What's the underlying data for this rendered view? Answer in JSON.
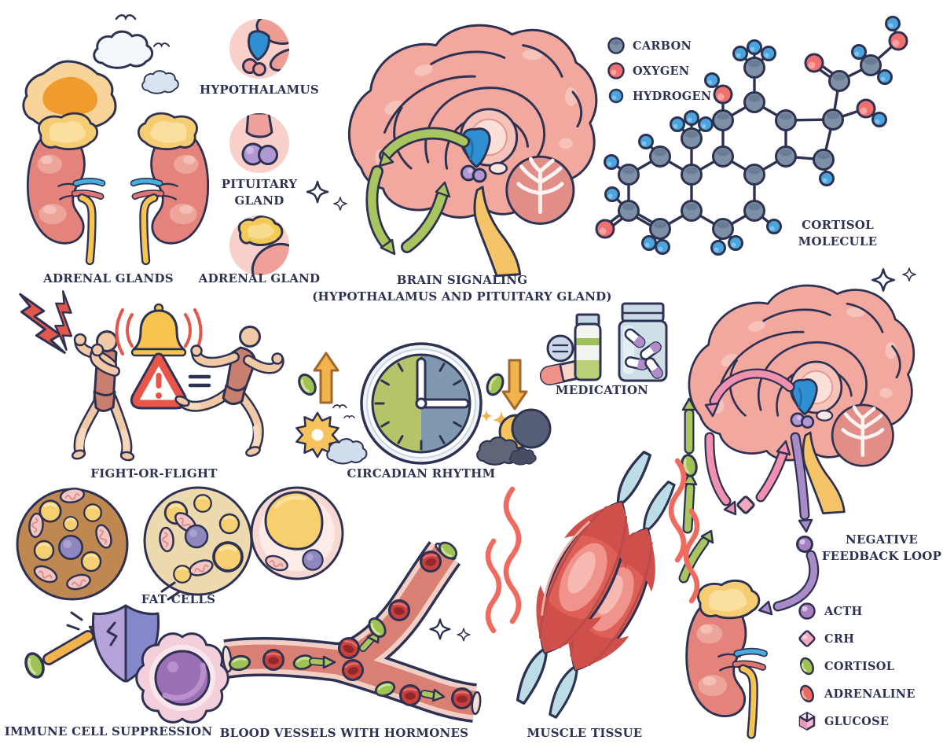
{
  "colors": {
    "ink": "#2e3252",
    "brain-pink": "#f2a79f",
    "kidney-red": "#e4837b",
    "adrenal-yellow": "#f6cd72",
    "hypothalamus-blue": "#2f8fd1",
    "pituitary-purple": "#b197d3",
    "cortisol-green": "#9ec253",
    "adrenaline-red": "#ed6a5e",
    "acth-purple": "#a97fc2",
    "crh-pink": "#f4a8c0",
    "glucose-pink": "#f4b8cc",
    "carbon-gray": "#7e90a6",
    "oxygen-red": "#f0706f",
    "hydrogen-blue": "#4ba5dc"
  },
  "labels": {
    "adrenal_glands": "ADRENAL GLANDS",
    "hypothalamus": "HYPOTHALAMUS",
    "pituitary_gland": "PITUITARY GLAND",
    "adrenal_gland": "ADRENAL GLAND",
    "brain_signaling_line1": "BRAIN SIGNALING",
    "brain_signaling_line2": "(HYPOTHALAMUS AND PITUITARY GLAND)",
    "cortisol_molecule": "CORTISOL MOLECULE",
    "fight_or_flight": "FIGHT-OR-FLIGHT",
    "circadian_rhythm": "CIRCADIAN RHYTHM",
    "medication": "MEDICATION",
    "negative_feedback_loop": "NEGATIVE FEEDBACK LOOP",
    "fat_cells": "FAT CELLS",
    "immune_cell_suppression": "IMMUNE CELL SUPPRESSION",
    "blood_vessels": "BLOOD VESSELS WITH HORMONES",
    "muscle_tissue": "MUSCLE TISSUE"
  },
  "atom_legend": {
    "items": [
      {
        "name": "CARBON",
        "color": "#7e90a6"
      },
      {
        "name": "OXYGEN",
        "color": "#f0706f"
      },
      {
        "name": "HYDROGEN",
        "color": "#4ba5dc"
      }
    ]
  },
  "hormone_legend": {
    "items": [
      {
        "name": "ACTH",
        "color": "#a97fc2"
      },
      {
        "name": "CRH",
        "color": "#f4a8c0"
      },
      {
        "name": "CORTISOL",
        "color": "#9ec253"
      },
      {
        "name": "ADRENALINE",
        "color": "#ed6a5e"
      },
      {
        "name": "GLUCOSE",
        "color": "#f4b8cc"
      }
    ]
  }
}
